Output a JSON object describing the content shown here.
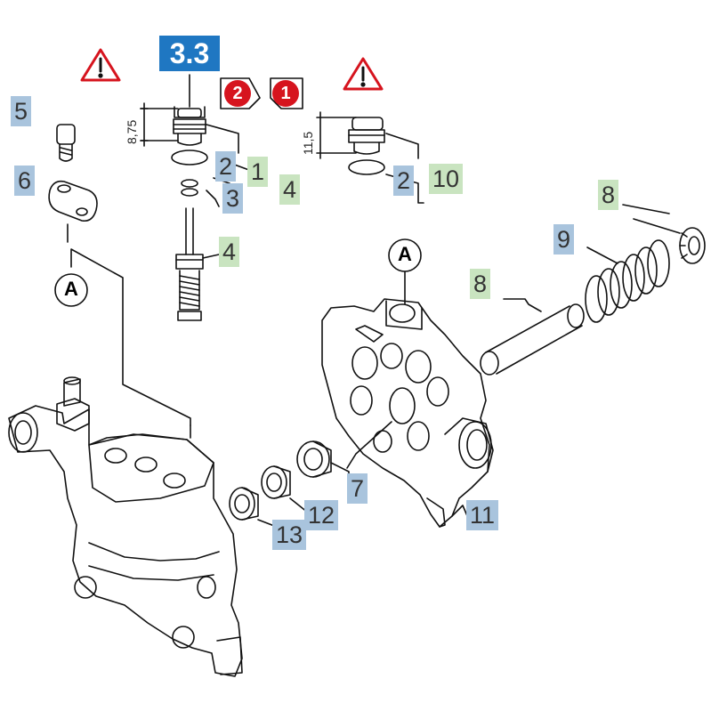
{
  "badge": "3.3",
  "steps": [
    "2",
    "1"
  ],
  "dimensions": {
    "left": "8,75",
    "right": "11,5"
  },
  "callouts": {
    "c5": "5",
    "c6": "6",
    "c2a": "2",
    "c1": "1",
    "c4a": "4",
    "c3": "3",
    "c4b": "4",
    "c2b": "2",
    "c10": "10",
    "c8a": "8",
    "c9": "9",
    "c8b": "8",
    "c7": "7",
    "c12": "12",
    "c13": "13",
    "c11": "11"
  },
  "reference_marks": [
    "A",
    "A"
  ],
  "colors": {
    "blue_label": "#a9c4dd",
    "green_label": "#c9e4c0",
    "badge": "#1f77c2",
    "warning": "#d6141e"
  }
}
